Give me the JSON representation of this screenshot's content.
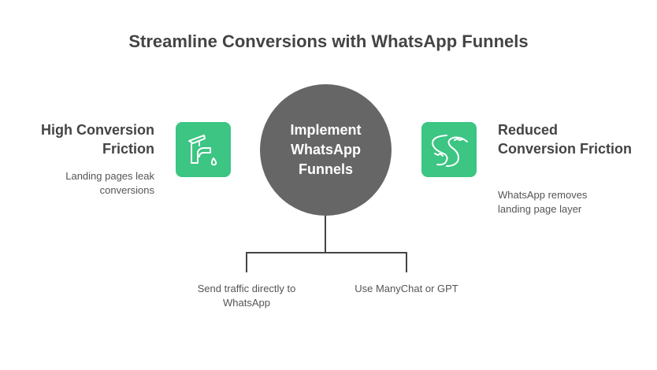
{
  "title": "Streamline Conversions with WhatsApp Funnels",
  "center": {
    "label": "Implement WhatsApp Funnels"
  },
  "left": {
    "heading": "High Conversion Friction",
    "description": "Landing pages leak conversions",
    "icon": "faucet-icon"
  },
  "right": {
    "heading": "Reduced Conversion Friction",
    "description": "WhatsApp removes landing page layer",
    "icon": "river-icon"
  },
  "branches": [
    {
      "label": "Send traffic directly to WhatsApp"
    },
    {
      "label": "Use ManyChat or GPT"
    }
  ],
  "colors": {
    "accent": "#3CC583",
    "center": "#666666",
    "text": "#444444"
  }
}
